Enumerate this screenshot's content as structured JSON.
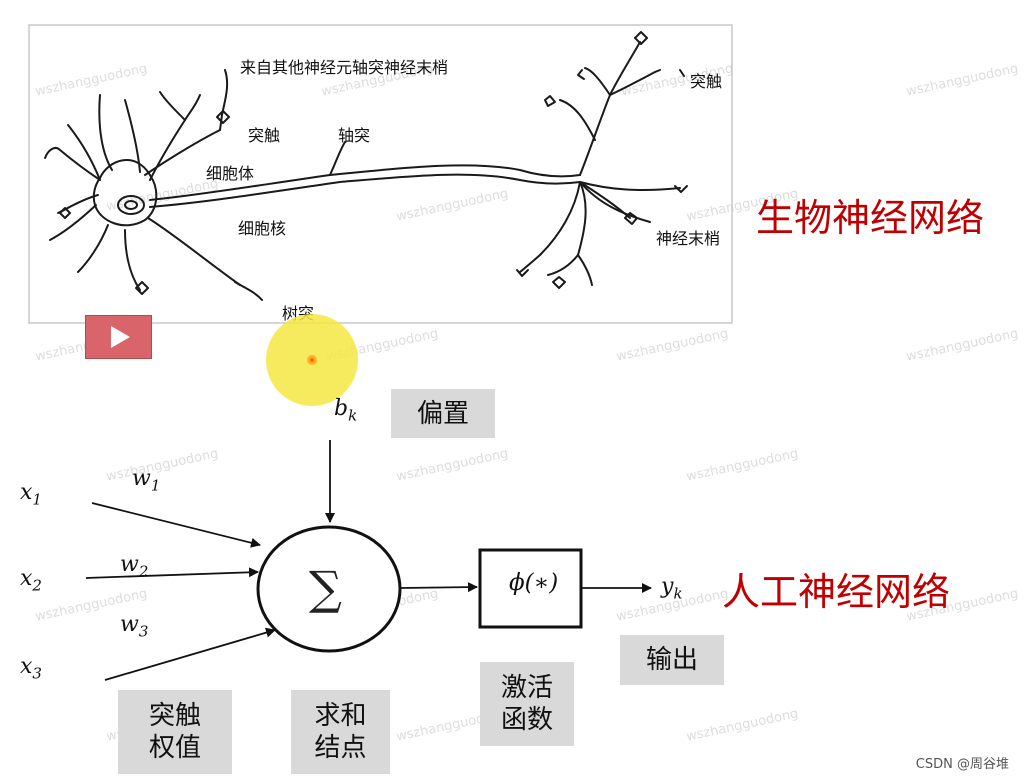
{
  "watermark": "wszhangguodong",
  "neuron": {
    "label_origin": "来自其他神经元轴突神经末梢",
    "label_synapse_left": "突触",
    "label_axon": "轴突",
    "label_soma": "细胞体",
    "label_nucleus": "细胞核",
    "label_dendrite": "树突",
    "label_synapse_right": "突触",
    "label_terminal": "神经末梢"
  },
  "titles": {
    "biological": "生物神经网络",
    "artificial": "人工神经网络"
  },
  "model": {
    "bias_symbol": "b",
    "bias_sub": "k",
    "bias_label": "偏置",
    "inputs": [
      {
        "x": "x",
        "sub": "1"
      },
      {
        "x": "x",
        "sub": "2"
      },
      {
        "x": "x",
        "sub": "3"
      }
    ],
    "weights": [
      {
        "w": "w",
        "sub": "1"
      },
      {
        "w": "w",
        "sub": "2"
      },
      {
        "w": "w",
        "sub": "3"
      }
    ],
    "sum_symbol": "∑",
    "activation_symbol": "ϕ(∗)",
    "output_symbol": "y",
    "output_sub": "k",
    "label_weights_line1": "突触",
    "label_weights_line2": "权值",
    "label_sum_line1": "求和",
    "label_sum_line2": "结点",
    "label_activation_line1": "激活",
    "label_activation_line2": "函数",
    "label_output": "输出"
  },
  "footer": "CSDN @周谷堆",
  "colors": {
    "title_red": "#c00000",
    "box_gray": "#d9d9d9",
    "highlight_yellow": "#f5e642",
    "play_red": "#d9646a"
  }
}
